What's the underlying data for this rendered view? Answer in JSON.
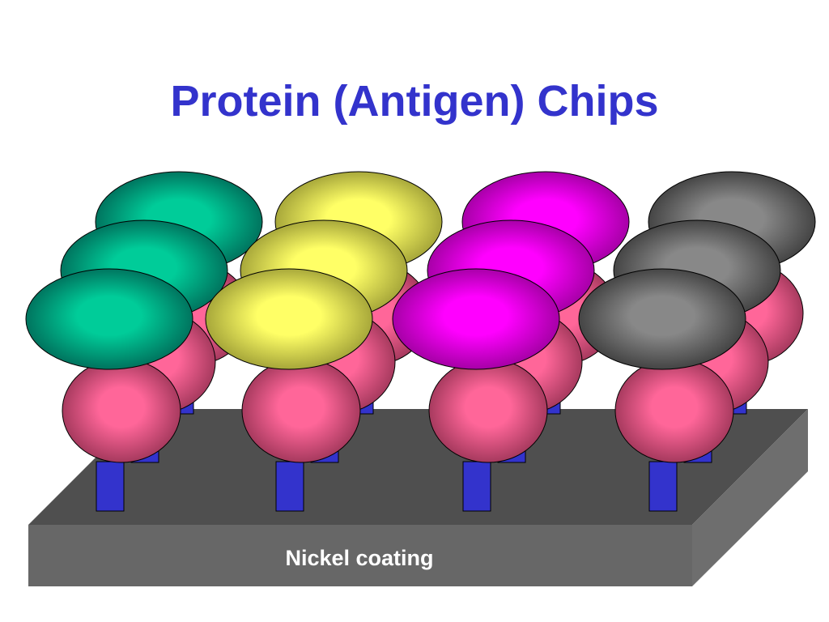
{
  "title": "Protein (Antigen) Chips",
  "substrate": {
    "label": "Nickel coating",
    "top_color": "#4f4f4f",
    "front_color": "#676767",
    "side_color": "#6e6e6e",
    "label_color": "#ffffff"
  },
  "colors": {
    "title": "#3333cc",
    "linker": "#3333cc",
    "ball_light": "#ff6699",
    "ball_dark": "#993355"
  },
  "columns": [
    {
      "antigen": "green",
      "light": "#00cc99",
      "dark": "#006655"
    },
    {
      "antigen": "yellow",
      "light": "#ffff66",
      "dark": "#999933"
    },
    {
      "antigen": "magenta",
      "light": "#ff00ff",
      "dark": "#990099"
    },
    {
      "antigen": "gray",
      "light": "#888888",
      "dark": "#3a3a3a"
    }
  ]
}
